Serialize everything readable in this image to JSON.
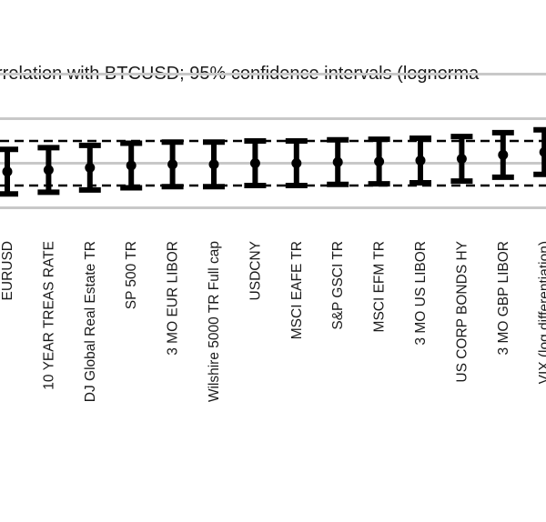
{
  "chart_data": {
    "type": "errorbar",
    "title": "rrelation with BTCUSD; 95% confidence intervals (lognorma",
    "xlabel": "",
    "ylabel": "",
    "grid": true,
    "ylim": [
      -1.8,
      1.8
    ],
    "reference_lines": [
      -0.4,
      0.4
    ],
    "categories": [
      "EURUSD",
      "10 YEAR TREAS RATE",
      "DJ Global Real Estate TR",
      "SP 500 TR",
      "3 MO EUR LIBOR",
      "Wilshire 5000 TR Full cap",
      "USDCNY",
      "MSCI EAFE TR",
      "S&P GSCI TR",
      "MSCI EFM TR",
      "3 MO US LIBOR",
      "US CORP BONDS HY",
      "3 MO GBP LIBOR",
      "VIX (log differentiation)"
    ],
    "estimates": [
      -0.15,
      -0.12,
      -0.08,
      -0.04,
      -0.02,
      -0.02,
      0.0,
      0.0,
      0.02,
      0.03,
      0.05,
      0.08,
      0.15,
      0.2
    ],
    "lower": [
      -0.55,
      -0.52,
      -0.48,
      -0.44,
      -0.42,
      -0.42,
      -0.4,
      -0.4,
      -0.38,
      -0.37,
      -0.35,
      -0.32,
      -0.25,
      -0.2
    ],
    "upper": [
      0.25,
      0.28,
      0.32,
      0.36,
      0.38,
      0.38,
      0.4,
      0.4,
      0.42,
      0.43,
      0.45,
      0.48,
      0.55,
      0.6
    ]
  }
}
